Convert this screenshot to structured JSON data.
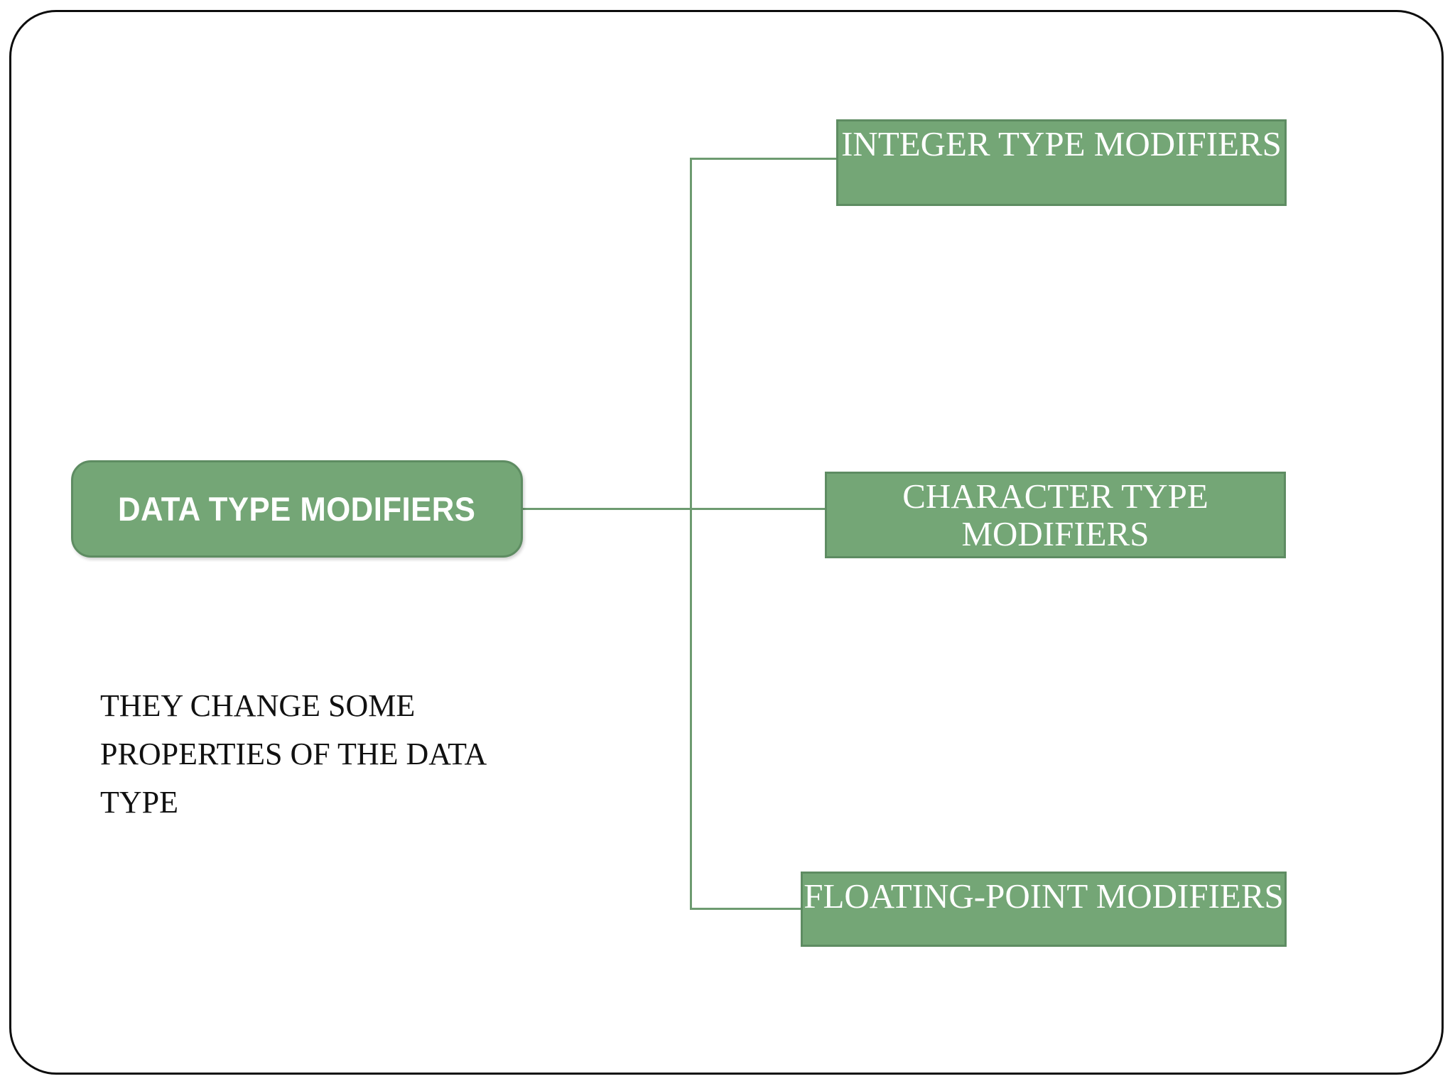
{
  "slide": {
    "root": {
      "label": "DATA TYPE MODIFIERS"
    },
    "branches": [
      {
        "label": "INTEGER TYPE MODIFIERS",
        "name": "integer-type-modifiers"
      },
      {
        "label": "CHARACTER TYPE MODIFIERS",
        "name": "character-type-modifiers"
      },
      {
        "label": "FLOATING-POINT MODIFIERS",
        "name": "floating-point-modifiers"
      }
    ],
    "description": "THEY CHANGE SOME PROPERTIES OF THE DATA TYPE",
    "colors": {
      "node_fill": "#74a676",
      "node_border": "#5e8c62",
      "connector": "#6d9b70",
      "node_text": "#ffffff",
      "body_text": "#111111",
      "frame_border": "#0d0d0d",
      "background": "#ffffff"
    }
  }
}
